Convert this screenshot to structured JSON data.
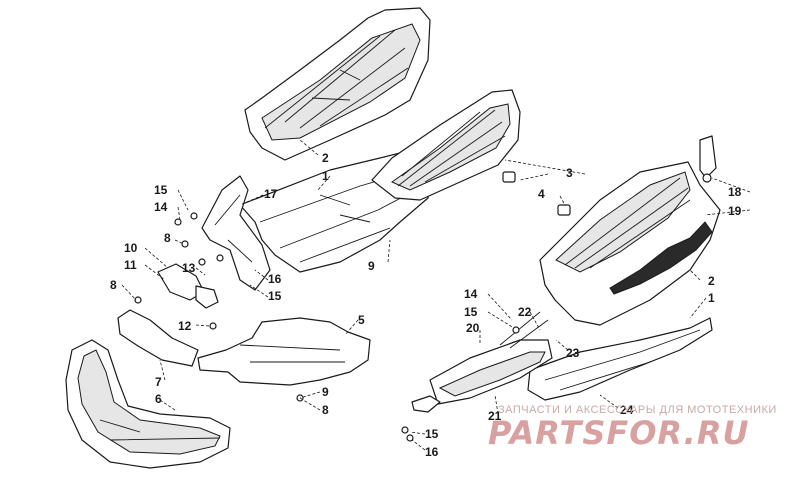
{
  "diagram": {
    "callouts": {
      "c01": "2",
      "c02": "1",
      "c03": "3",
      "c04": "4",
      "c05": "18",
      "c06": "19",
      "c07": "2",
      "c08": "1",
      "c09": "15",
      "c10": "14",
      "c11": "17",
      "c12": "8",
      "c13": "10",
      "c14": "11",
      "c15": "13",
      "c16": "16",
      "c17": "15",
      "c18": "9",
      "c19": "8",
      "c20": "12",
      "c21": "5",
      "c22": "7",
      "c23": "6",
      "c24": "9",
      "c25": "8",
      "c26": "14",
      "c27": "15",
      "c28": "22",
      "c29": "20",
      "c30": "23",
      "c31": "21",
      "c32": "24",
      "c33": "15",
      "c34": "16"
    }
  },
  "watermark": {
    "subtitle": "ЗАПЧАСТИ И АКСЕССУАРЫ ДЛЯ МОТОТЕХНИКИ",
    "logo": "PARTSFOR.RU"
  },
  "colors": {
    "linework": "#1a1a1a",
    "background": "#ffffff",
    "watermark": "#d9a0a0"
  }
}
